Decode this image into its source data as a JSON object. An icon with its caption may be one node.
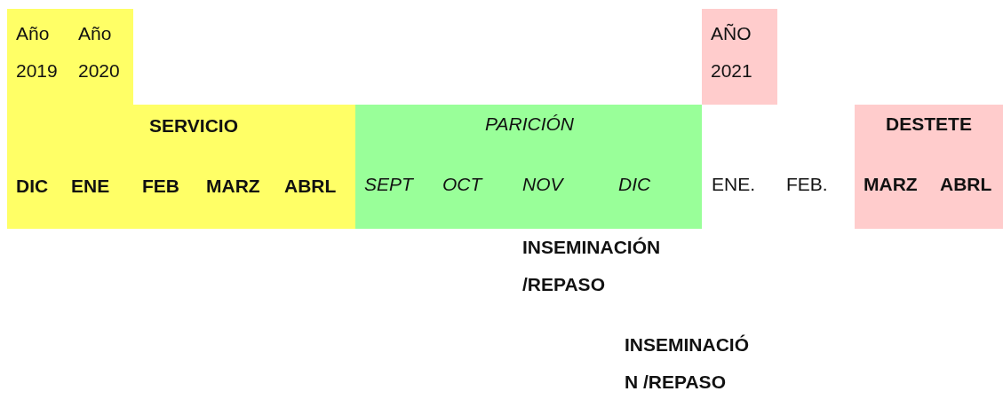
{
  "diagram": {
    "nodes": [
      {
        "text": [
          "Año 2019",
          "Año 2020",
          "SERVICIO",
          "DIC",
          "ENE",
          "FEB",
          "MARZ",
          "ABRL"
        ]
      },
      {
        "text": [
          "PARICIÓN",
          "SEPT",
          "OCT",
          "NOV",
          "DIC"
        ]
      },
      {
        "text": [
          "AÑO 2021"
        ]
      },
      {
        "text": [
          "DESTETE",
          "MARZ",
          "ABRL"
        ]
      }
    ],
    "labels": [
      "ENE.",
      "FEB.",
      "INSEMINACIÓN /REPASO",
      "INSEMINACIÓ N /REPASO"
    ]
  }
}
